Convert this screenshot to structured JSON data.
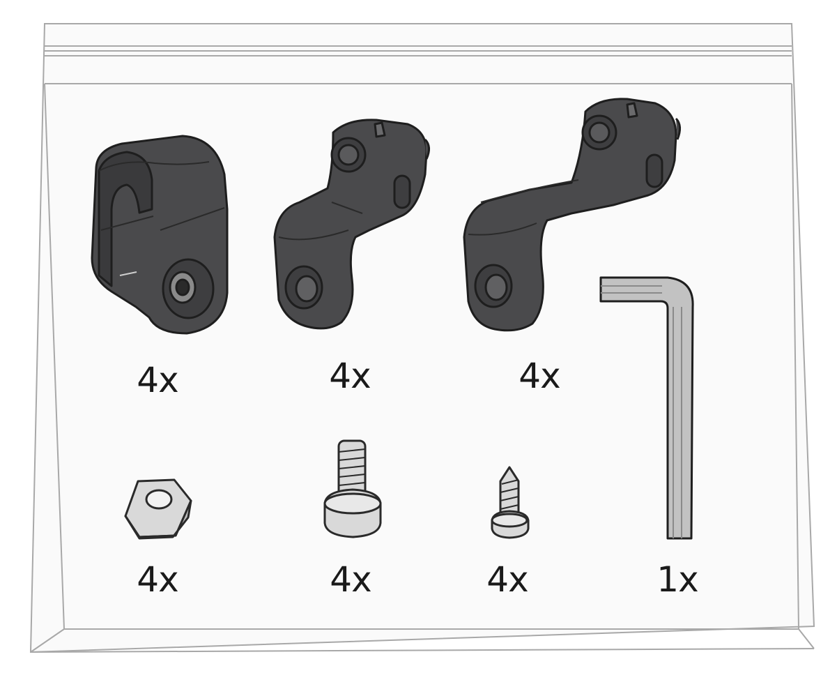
{
  "parts": [
    {
      "id": "tube-clamp",
      "quantity": "4x"
    },
    {
      "id": "short-bracket",
      "quantity": "4x"
    },
    {
      "id": "long-bracket",
      "quantity": "4x"
    },
    {
      "id": "hex-nut",
      "quantity": "4x"
    },
    {
      "id": "machine-screw",
      "quantity": "4x"
    },
    {
      "id": "tapping-screw",
      "quantity": "4x"
    },
    {
      "id": "hex-key",
      "quantity": "1x"
    }
  ],
  "colors": {
    "part_dark": "#4a4a4c",
    "part_edge": "#1e1e1e",
    "hardware_light": "#d9d9d9",
    "bag_outline": "#a8a8a8"
  }
}
